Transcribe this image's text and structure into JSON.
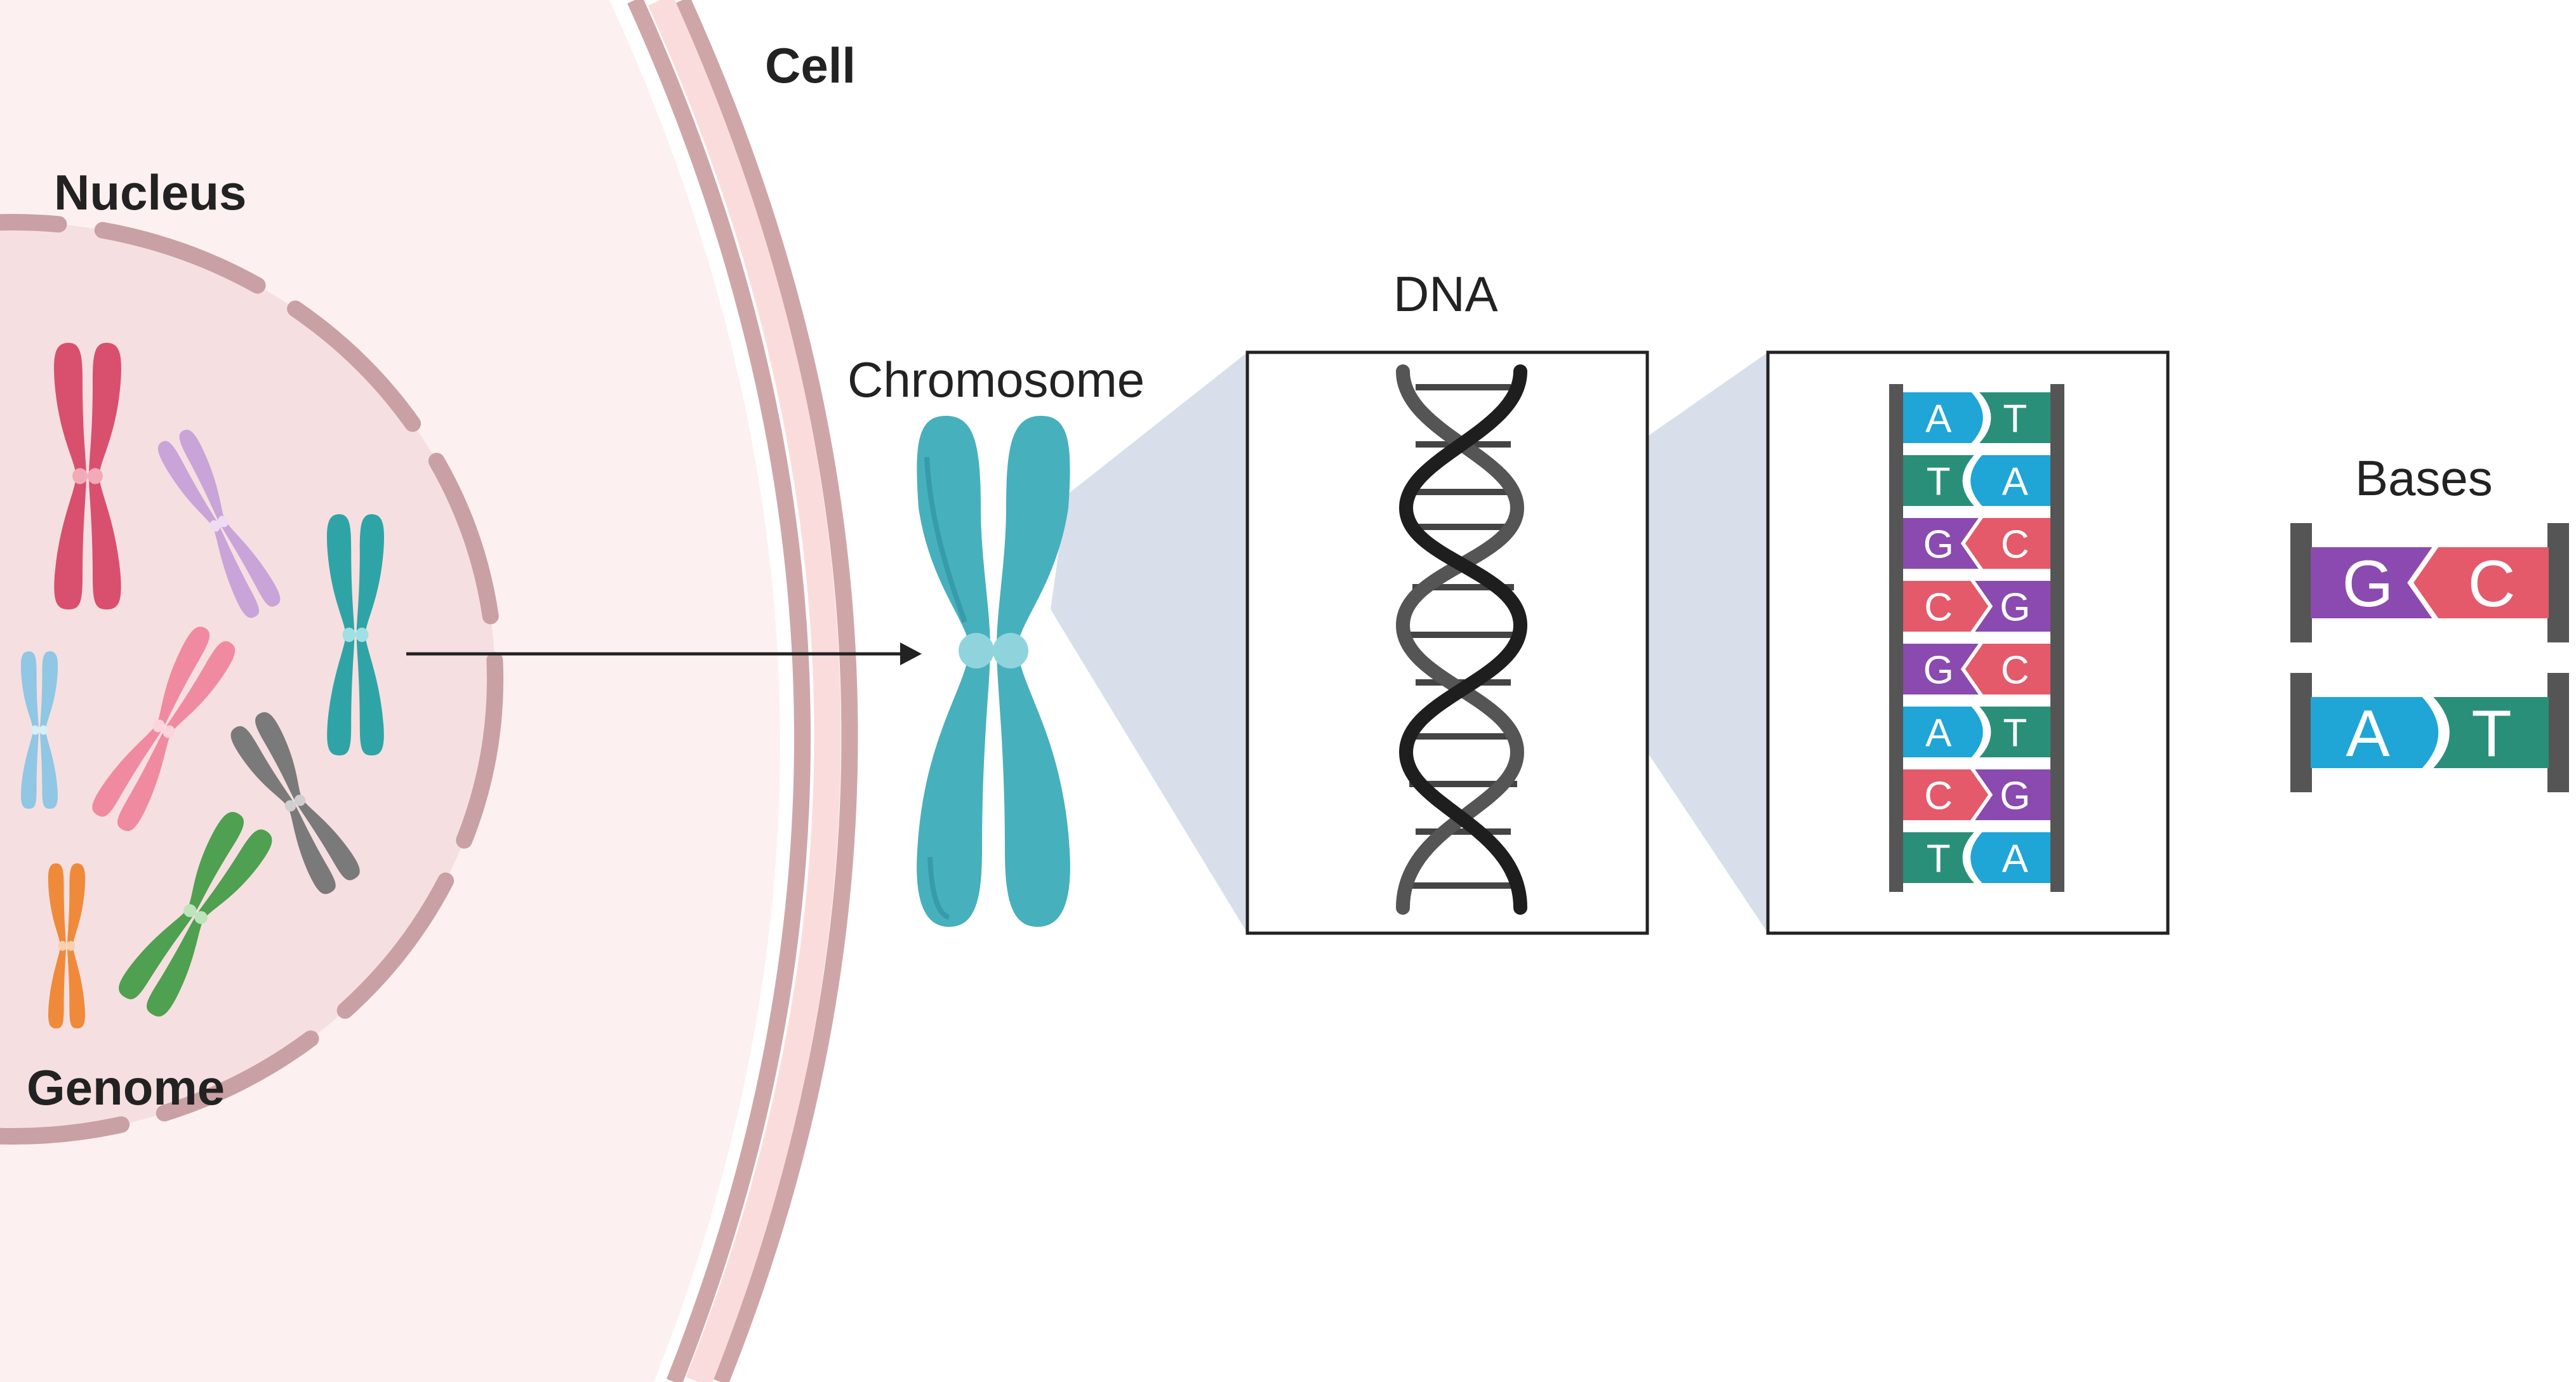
{
  "labels": {
    "cell": "Cell",
    "nucleus": "Nucleus",
    "genome": "Genome",
    "chromosome": "Chromosome",
    "dna": "DNA",
    "bases": "Bases"
  },
  "base_pairs": [
    {
      "left": "A",
      "right": "T"
    },
    {
      "left": "T",
      "right": "A"
    },
    {
      "left": "G",
      "right": "C"
    },
    {
      "left": "C",
      "right": "G"
    },
    {
      "left": "G",
      "right": "C"
    },
    {
      "left": "A",
      "right": "T"
    },
    {
      "left": "C",
      "right": "G"
    },
    {
      "left": "T",
      "right": "A"
    }
  ],
  "legend_pairs": [
    {
      "left": "G",
      "right": "C"
    },
    {
      "left": "A",
      "right": "T"
    }
  ],
  "colors": {
    "A": "#1fa5d6",
    "T": "#2a8f78",
    "G": "#8b4ab0",
    "C": "#e45a6a",
    "cell_fill": "#fdf0f0",
    "cell_wall": "#cfa6a8",
    "cell_wall_inner": "#fbdcdc",
    "nucleus_fill": "#f6dfe0",
    "nucleus_border": "#c9a0a4",
    "chromosome_main": "#47b0bd",
    "zoom_wedge": "#d8dfea",
    "helix": "#222222",
    "backbone": "#555555"
  },
  "icons": {
    "chromosomes": "chromosome-icon",
    "dna": "dna-helix-icon",
    "arrow": "arrow-right-icon"
  }
}
